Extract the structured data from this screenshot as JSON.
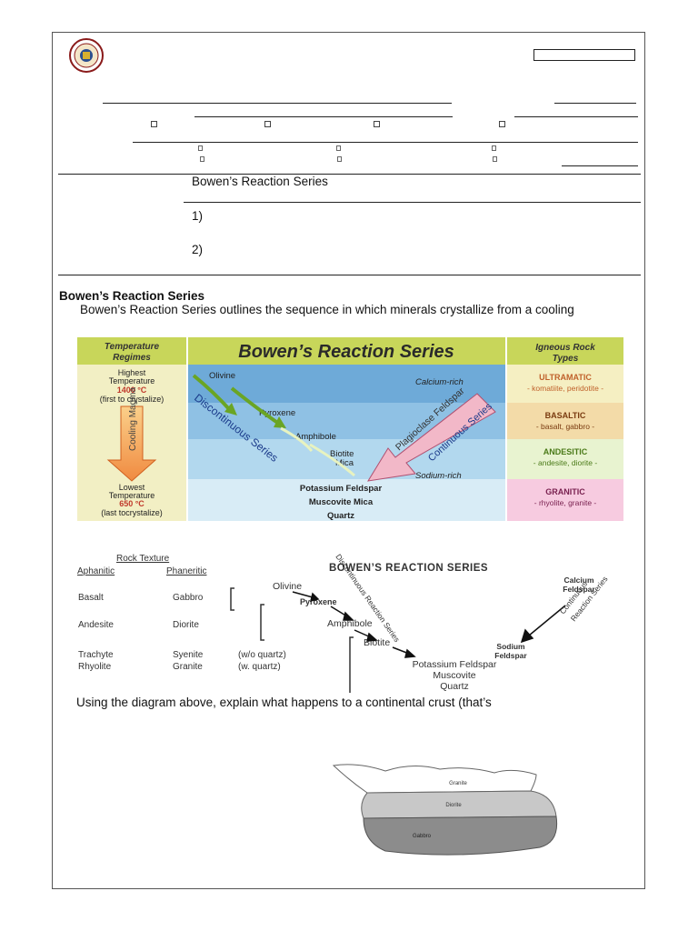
{
  "header": {
    "box_label": "",
    "topic": "Bowen’s Reaction Series",
    "item1": "1)",
    "item2": "2)"
  },
  "lesson": {
    "heading": "Bowen’s Reaction Series",
    "intro": "Bowen’s Reaction Series outlines the sequence in which minerals crystallize from a cooling",
    "question": "Using the diagram above, explain what happens to a continental crust (that’s"
  },
  "diagram1": {
    "left_header": [
      "Temperature",
      "Regimes"
    ],
    "title": "Bowen’s Reaction Series",
    "right_header": [
      "Igneous Rock",
      "Types"
    ],
    "high_temp": [
      "Highest",
      "Temperature"
    ],
    "high_value": "1400 °C",
    "high_note": "(first to crystalize)",
    "arrow_label": "Cooling Magma",
    "low_temp": [
      "Lowest",
      "Temperature"
    ],
    "low_value": "650 °C",
    "low_note": "(last tocrystalize)",
    "minerals": {
      "olivine": "Olivine",
      "pyroxene": "Pyroxene",
      "amphibole": "Amphibole",
      "biotite": [
        "Biotite",
        "Mica"
      ],
      "final": [
        "Potassium Feldspar",
        "Muscovite Mica",
        "Quartz"
      ],
      "calcium": "Calcium-rich",
      "sodium": "Sodium-rich",
      "discontinuous": "Discontinuous Series",
      "plagioclase": "Plagioclase Feldspar",
      "continuous": "Continuous Series"
    },
    "rock_types": [
      {
        "name": "ULTRAMATIC",
        "examples": "- komatiite, peridotite -",
        "color": "#f5efc2",
        "text": "#c0612b"
      },
      {
        "name": "BASALTIC",
        "examples": "- basalt, gabbro -",
        "color": "#f3dba8",
        "text": "#7a3b10"
      },
      {
        "name": "ANDESITIC",
        "examples": "- andesite, diorite -",
        "color": "#e8f3d0",
        "text": "#4a7a18"
      },
      {
        "name": "GRANITIC",
        "examples": "- rhyolite, granite -",
        "color": "#f7cbe0",
        "text": "#7a2250"
      }
    ]
  },
  "diagram2": {
    "texture_title": "Rock Texture",
    "col1": "Aphanitic",
    "col2": "Phaneritic",
    "rows": [
      {
        "a": "Basalt",
        "p": "Gabbro",
        "n": ""
      },
      {
        "a": "Andesite",
        "p": "Diorite",
        "n": ""
      },
      {
        "a": "Trachyte",
        "p": "Syenite",
        "n": "(w/o quartz)"
      },
      {
        "a": "Rhyolite",
        "p": "Granite",
        "n": "(w. quartz)"
      }
    ],
    "title": "BOWEN’S REACTION SERIES",
    "olivine": "Olivine",
    "pyroxene": "Pyroxene",
    "amphibole": "Amphibole",
    "biotite": "Biotite",
    "final": [
      "Potassium Feldspar",
      "Muscovite",
      "Quartz"
    ],
    "discontinuous": "Discontinuous Reaction Series",
    "calcium": [
      "Calcium",
      "Feldspar"
    ],
    "continuous": [
      "Continuous",
      "Reaction Series"
    ],
    "sodium": [
      "Sodium",
      "Feldspar"
    ]
  },
  "crust": {
    "granite": "Granite",
    "diorite": "Diorite",
    "gabbro": "Gabbro"
  }
}
